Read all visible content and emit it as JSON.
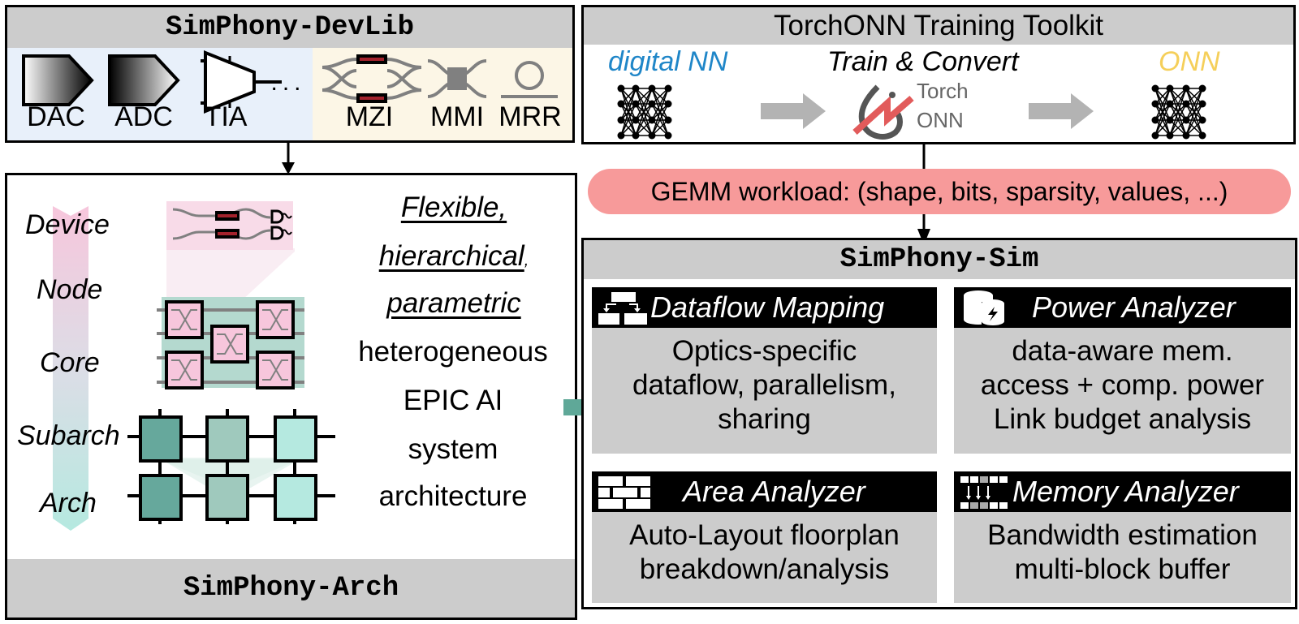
{
  "devlib": {
    "title": "SimPhony-DevLib",
    "electronic_devices": [
      {
        "label": "DAC",
        "icon": "dac-icon"
      },
      {
        "label": "ADC",
        "icon": "adc-icon"
      },
      {
        "label": "TIA",
        "icon": "tia-icon"
      }
    ],
    "ellipsis": "...",
    "photonic_devices": [
      {
        "label": "MZI",
        "icon": "mzi-icon"
      },
      {
        "label": "MMI",
        "icon": "mmi-icon"
      },
      {
        "label": "MRR",
        "icon": "mrr-icon"
      }
    ],
    "colors": {
      "electronic_bg": "#e8f0fa",
      "photonic_bg": "#fcf6e6",
      "heater": "#a3222c"
    }
  },
  "torchonn": {
    "title": "TorchONN Training Toolkit",
    "input_label": "digital NN",
    "middle_label": "Train & Convert",
    "logo_text_top": "Torch",
    "logo_text_bottom": "ONN",
    "output_label": "ONN",
    "colors": {
      "input": "#1f86c8",
      "output": "#f5cf5a",
      "logo_red": "#e25b5b",
      "logo_gray": "#555555",
      "arrow": "#b3b3b3"
    }
  },
  "workload": {
    "text": "GEMM workload: (shape, bits, sparsity, values, ...)",
    "color": "#f79a9a"
  },
  "arch": {
    "title": "SimPhony-Arch",
    "hierarchy_levels": [
      "Device",
      "Node",
      "Core",
      "Subarch",
      "Arch"
    ],
    "description": {
      "line1": "Flexible,",
      "line2": "hierarchical",
      "line2_suffix": ",",
      "line3": "parametric",
      "line4": "heterogeneous",
      "line5": "EPIC AI",
      "line6": "system",
      "line7": "architecture"
    },
    "colors": {
      "node_pink": "#f7c6dc",
      "core_teal": "#b4d9cf",
      "tile_dark": "#66a89c",
      "tile_mid": "#9fc9bd",
      "tile_light": "#b5e9e0",
      "arrow": "#5fa898"
    }
  },
  "sim": {
    "title": "SimPhony-Sim",
    "panels": [
      {
        "title": "Dataflow Mapping",
        "icon": "dataflow-icon",
        "lines": [
          "Optics-specific",
          "dataflow, parallelism,",
          "sharing"
        ]
      },
      {
        "title": "Power Analyzer",
        "icon": "power-battery-icon",
        "lines": [
          "data-aware mem.",
          "access + comp. power",
          "Link budget analysis"
        ]
      },
      {
        "title": "Area Analyzer",
        "icon": "brick-layout-icon",
        "lines": [
          "Auto-Layout floorplan",
          "breakdown/analysis"
        ]
      },
      {
        "title": "Memory Analyzer",
        "icon": "memory-blocks-icon",
        "lines": [
          "Bandwidth estimation",
          "multi-block buffer"
        ]
      }
    ]
  }
}
